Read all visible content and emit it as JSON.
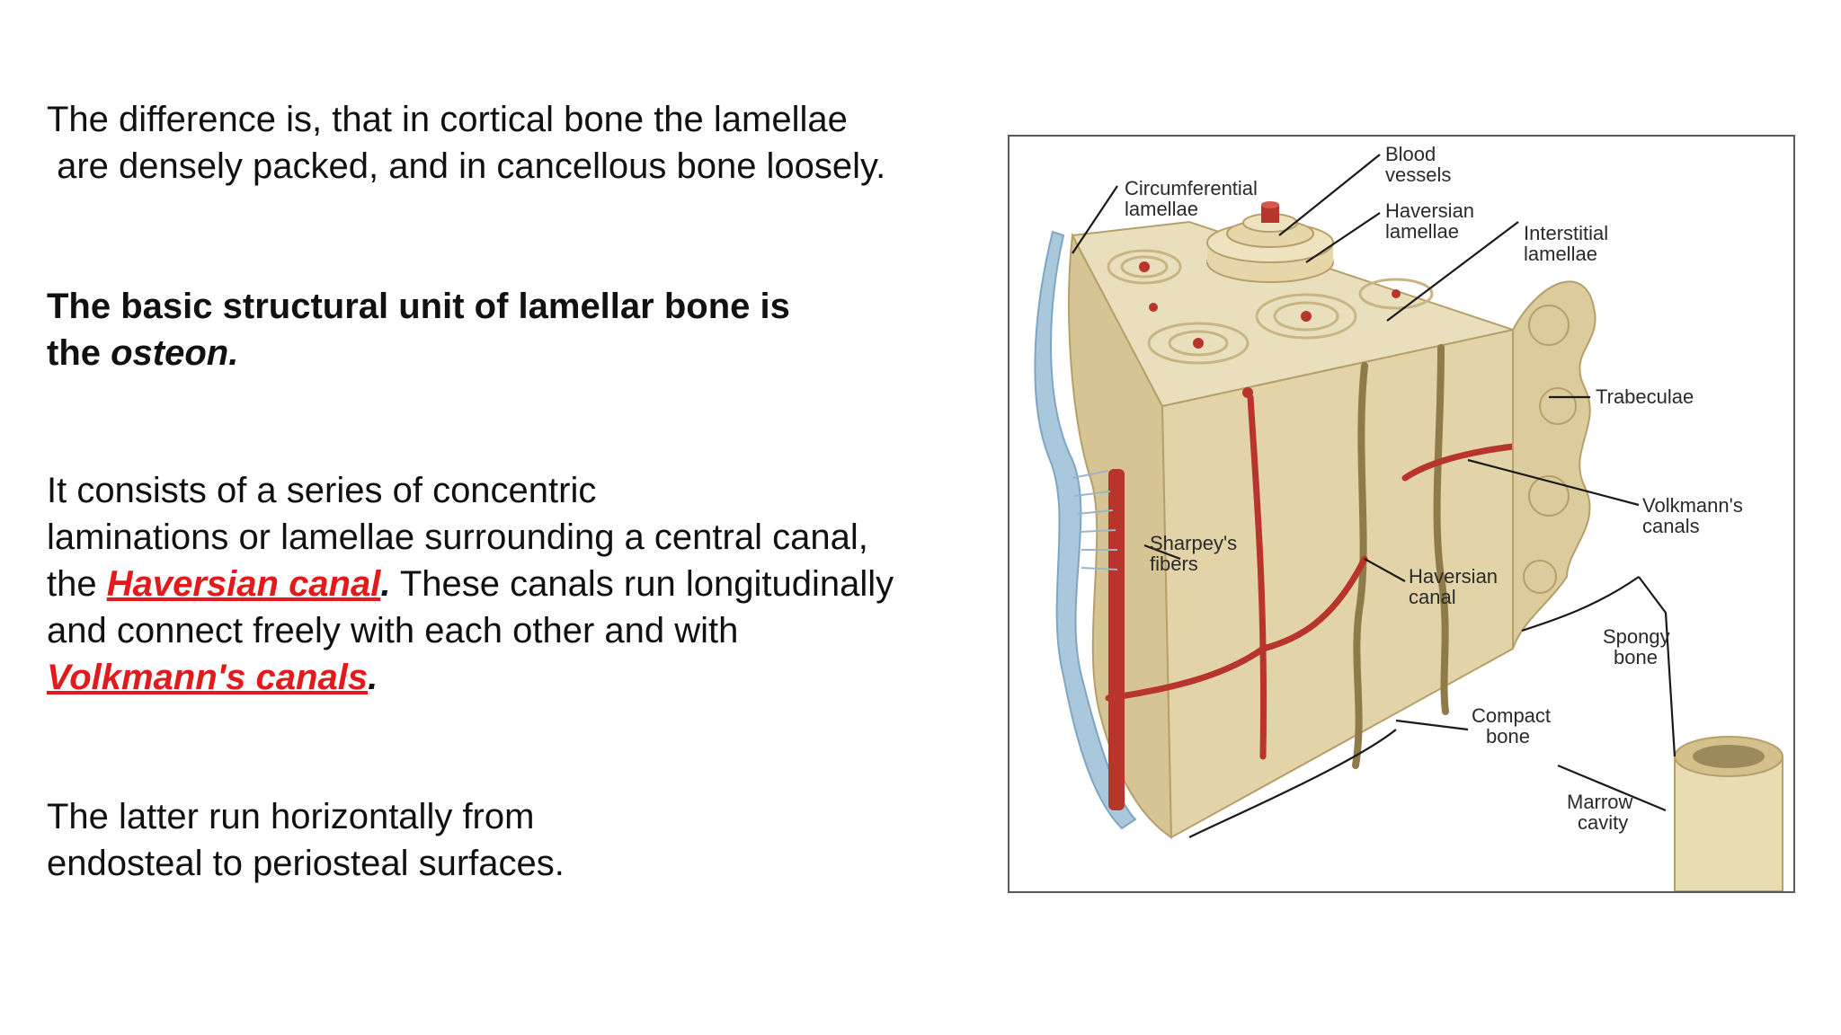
{
  "paragraphs": {
    "p1": {
      "line1": "The difference is, that in cortical bone the lamellae",
      "line2": " are densely packed, and in cancellous bone loosely."
    },
    "p2": {
      "line1": "The basic structural unit of lamellar bone is",
      "line2_pre": "the ",
      "line2_em": "osteon."
    },
    "p3": {
      "line1": "It consists of a series of concentric",
      "line2": "laminations or lamellae surrounding a central canal,",
      "line3_pre": "the ",
      "term1": "Haversian canal",
      "line3_dot": ".",
      "line3_post": " These canals run longitudinally",
      "line4": "and connect freely with each other and with",
      "term2": "Volkmann's canals",
      "line5_dot": "."
    },
    "p4": {
      "line1": "The latter run horizontally from",
      "line2": "endosteal to periosteal surfaces."
    }
  },
  "colors": {
    "term": "#e11b1b",
    "bone": "#e2d3a8",
    "bone_dark": "#c9b583",
    "vessel": "#b8352c",
    "periosteum": "#a9c8dc"
  },
  "diagram": {
    "labels": {
      "blood_vessels_1": "Blood",
      "blood_vessels_2": "vessels",
      "circumferential_1": "Circumferential",
      "circumferential_2": "lamellae",
      "haversian_lamellae_1": "Haversian",
      "haversian_lamellae_2": "lamellae",
      "interstitial_1": "Interstitial",
      "interstitial_2": "lamellae",
      "trabeculae": "Trabeculae",
      "volkmanns_1": "Volkmann's",
      "volkmanns_2": "canals",
      "sharpeys_1": "Sharpey's",
      "sharpeys_2": "fibers",
      "haversian_canal_1": "Haversian",
      "haversian_canal_2": "canal",
      "spongy_1": "Spongy",
      "spongy_2": "bone",
      "compact_1": "Compact",
      "compact_2": "bone",
      "marrow_1": "Marrow",
      "marrow_2": "cavity"
    }
  }
}
